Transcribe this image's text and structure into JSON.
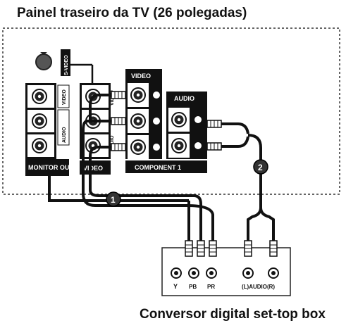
{
  "title_top": "Painel traseiro da TV (26 polegadas)",
  "title_bottom": "Conversor digital set-top box",
  "tv_panel": {
    "s_video_label": "S-VIDEO",
    "av_in_video_label": "VIDEO",
    "av_in_audio_label": "AUDIO",
    "av_out_video_label": "VIDEO",
    "av_out_audio_label": "AUDIO",
    "monitor_out_label": "MONITOR OUT",
    "video_block_label": "VIDEO",
    "video_group_label": "VIDEO",
    "audio_group_label": "AUDIO",
    "component_label": "COMPONENT 1"
  },
  "cables": {
    "cable_1_number": "1",
    "cable_2_number": "2"
  },
  "set_top_box": {
    "port_labels": [
      "Y",
      "PB",
      "PR",
      "(L)AUDIO(R)"
    ]
  }
}
